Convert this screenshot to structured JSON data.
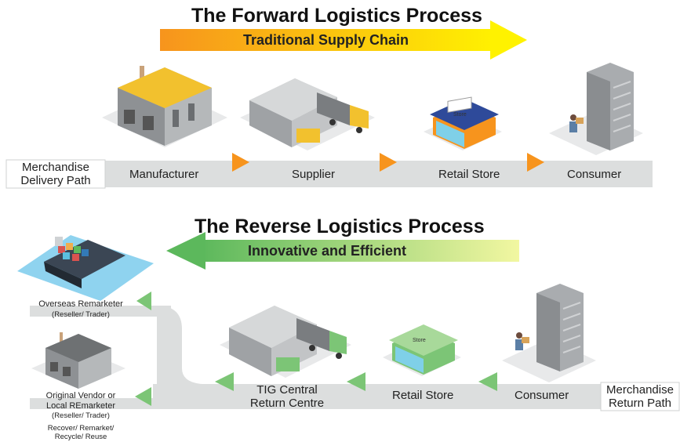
{
  "forward": {
    "title": "The Forward Logistics Process",
    "subtitle": "Traditional Supply Chain",
    "path_label_line1": "Merchandise",
    "path_label_line2": "Delivery Path",
    "stages": [
      "Manufacturer",
      "Supplier",
      "Retail Store",
      "Consumer"
    ],
    "arrow_color": "#f7941d",
    "store_sign": "Store"
  },
  "reverse": {
    "title": "The Reverse Logistics Process",
    "subtitle": "Innovative and Efficient",
    "path_label_line1": "Merchandise",
    "path_label_line2": "Return Path",
    "stages": {
      "consumer": "Consumer",
      "retail": "Retail Store",
      "tig_line1": "TIG Central",
      "tig_line2": "Return Centre",
      "overseas": "Overseas Remarketer",
      "overseas_sub": "(Reseller/ Trader)",
      "vendor_line1": "Original Vendor or",
      "vendor_line2": "Local REmarketer",
      "vendor_sub": "(Reseller/ Trader)",
      "vendor_note1": "Recover/ Remarket/",
      "vendor_note2": "Recycle/ Reuse"
    },
    "arrow_color": "#7cc576",
    "store_sign": "Store"
  }
}
